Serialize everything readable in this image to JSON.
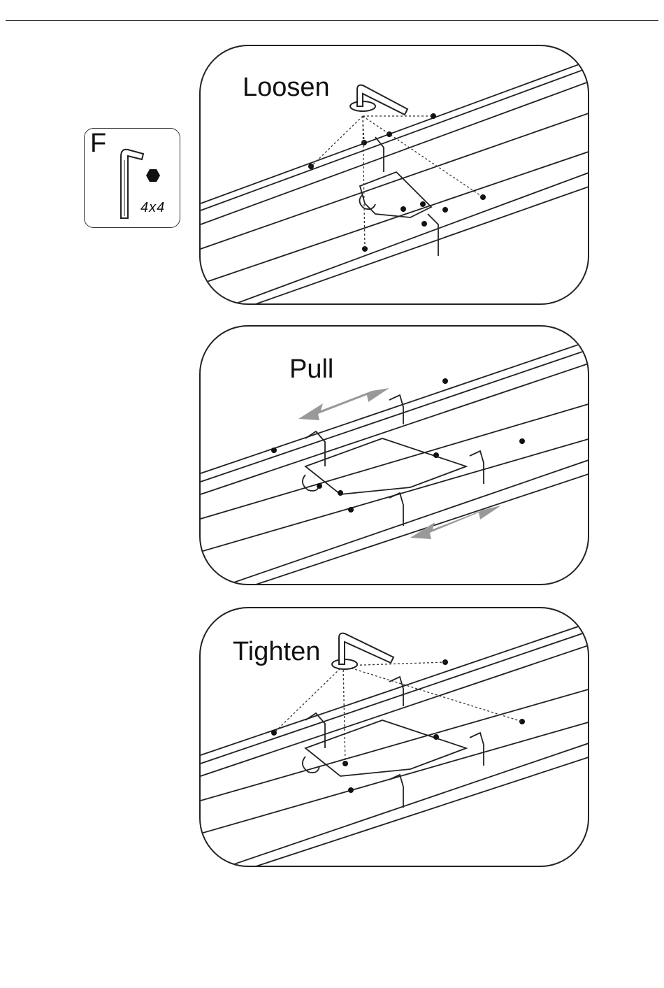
{
  "tool": {
    "letter": "F",
    "name": "hex-key",
    "size": "4x4"
  },
  "steps": [
    {
      "label": "Loosen"
    },
    {
      "label": "Pull"
    },
    {
      "label": "Tighten"
    }
  ]
}
